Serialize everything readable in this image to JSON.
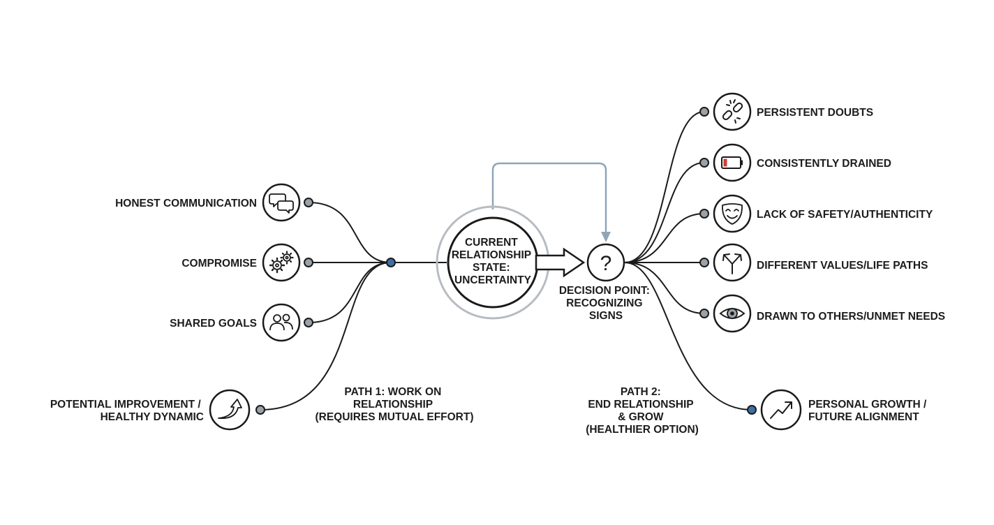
{
  "center": {
    "lines": [
      "CURRENT",
      "RELATIONSHIP",
      "STATE:",
      "UNCERTAINTY"
    ]
  },
  "decision": {
    "symbol": "?",
    "lines": [
      "DECISION POINT:",
      "RECOGNIZING",
      "SIGNS"
    ]
  },
  "path1": {
    "title_lines": [
      "PATH 1: WORK ON",
      "RELATIONSHIP",
      "(REQUIRES MUTUAL EFFORT)"
    ],
    "factors": [
      {
        "label": "HONEST COMMUNICATION",
        "icon": "speech-bubbles-icon"
      },
      {
        "label": "COMPROMISE",
        "icon": "gears-icon"
      },
      {
        "label": "SHARED GOALS",
        "icon": "people-icon"
      }
    ],
    "outcome": {
      "lines": [
        "POTENTIAL IMPROVEMENT /",
        "HEALTHY DYNAMIC"
      ],
      "icon": "upward-curve-arrow-icon"
    }
  },
  "path2": {
    "title_lines": [
      "PATH 2:",
      "END RELATIONSHIP",
      "& GROW",
      "(HEALTHIER OPTION)"
    ],
    "signs": [
      {
        "label": "PERSISTENT DOUBTS",
        "icon": "broken-link-icon"
      },
      {
        "label": "CONSISTENTLY DRAINED",
        "icon": "low-battery-icon"
      },
      {
        "label": "LACK OF SAFETY/AUTHENTICITY",
        "icon": "mask-icon"
      },
      {
        "label": "DIFFERENT VALUES/LIFE PATHS",
        "icon": "diverging-arrows-icon"
      },
      {
        "label": "DRAWN TO OTHERS/UNMET NEEDS",
        "icon": "eye-icon"
      }
    ],
    "outcome": {
      "lines": [
        "PERSONAL GROWTH /",
        "FUTURE ALIGNMENT"
      ],
      "icon": "trend-up-icon"
    }
  },
  "colors": {
    "line": "#1a1a1a",
    "node_gray": "#9aa1a9",
    "node_blue": "#3f6fa8",
    "loop_arrow": "#8fa5b8",
    "halo": "#b7bcc2",
    "battery_red": "#d13c32"
  }
}
